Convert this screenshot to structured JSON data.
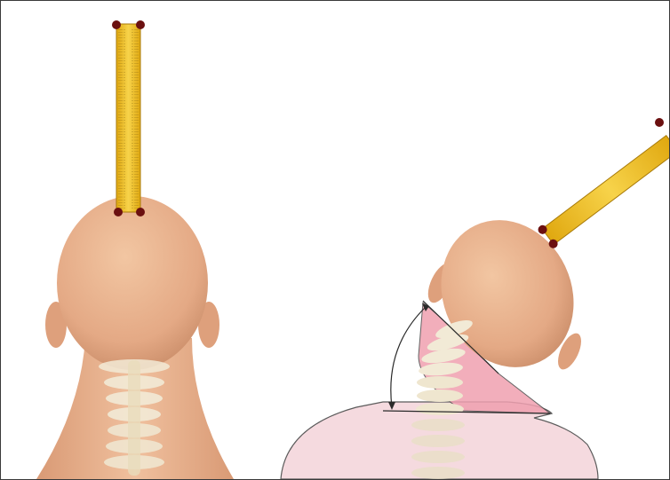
{
  "figure": {
    "panels": [
      {
        "name": "posterior-view-neutral",
        "description_visible_text": ""
      },
      {
        "name": "posterior-view-lateral-tilt",
        "description_visible_text": ""
      }
    ]
  },
  "colors": {
    "ruler_fill": "#f3c21b",
    "ruler_edge": "#b8860b",
    "ruler_marker": "#6b1010",
    "skin": "#e9b48f",
    "skin_shadow": "#c98c68",
    "spine_bone": "#f2ead6",
    "muscle_highlight": "#f0a0b0",
    "translucent_torso": "#f4d6dc",
    "border": "#3a3a3a"
  },
  "icons": [
    "ruler-icon",
    "spine-illustration",
    "angle-arc-icon"
  ]
}
